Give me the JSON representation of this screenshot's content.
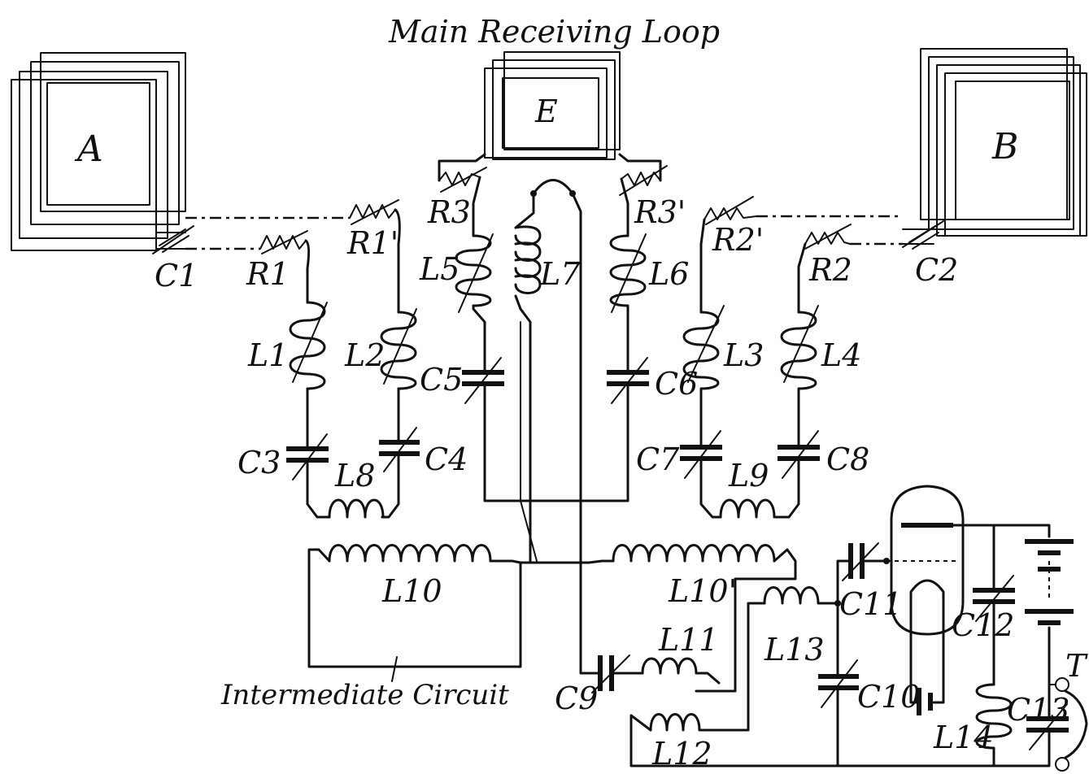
{
  "title": "Main Receiving Loop",
  "loops": {
    "a": "A",
    "e": "E",
    "b": "B"
  },
  "caption": "Intermediate Circuit",
  "labels": {
    "c1": "C1",
    "c2": "C2",
    "c3": "C3",
    "c4": "C4",
    "c5": "C5",
    "c6": "C6",
    "c7": "C7",
    "c8": "C8",
    "c9": "C9",
    "c10": "C10",
    "c11": "C11",
    "c12": "C12",
    "c13": "C13",
    "r1": "R1",
    "r1p": "R1'",
    "r2": "R2",
    "r2p": "R2'",
    "r3": "R3",
    "r3p": "R3'",
    "l1": "L1",
    "l2": "L2",
    "l3": "L3",
    "l4": "L4",
    "l5": "L5",
    "l6": "L6",
    "l7": "L7",
    "l8": "L8",
    "l9": "L9",
    "l10": "L10",
    "l10p": "L10'",
    "l11": "L11",
    "l12": "L12",
    "l13": "L13",
    "l14": "L14",
    "t": "T"
  }
}
